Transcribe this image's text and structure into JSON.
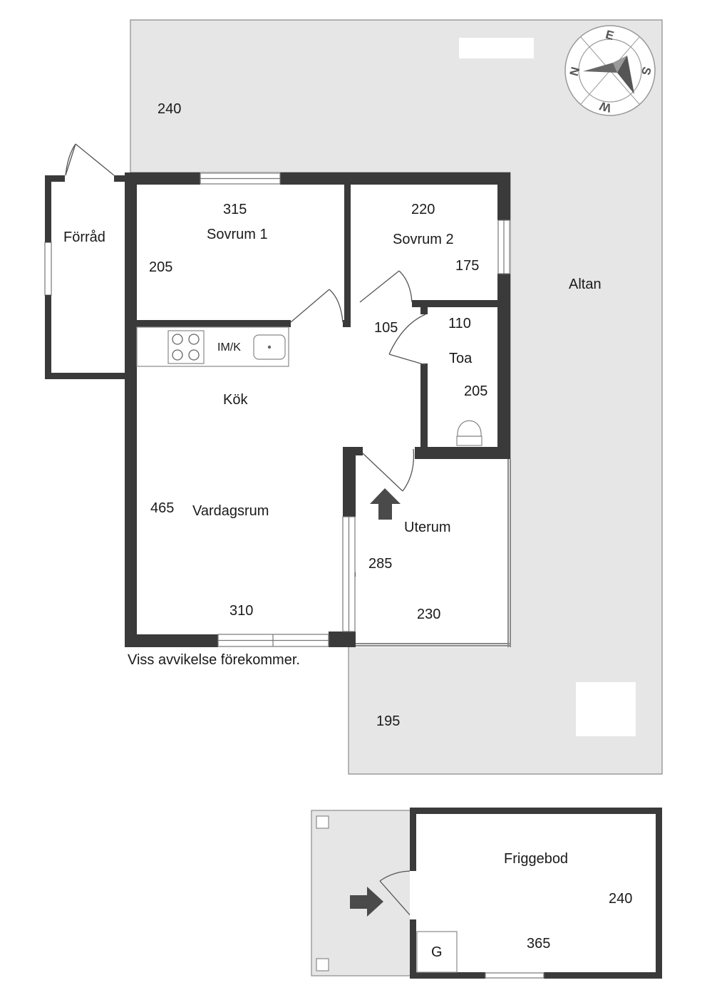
{
  "note": "Viss avvikelse förekommer.",
  "kitchen_fixture": "IM/K",
  "compass": {
    "north": "N",
    "east": "E",
    "south": "S",
    "west": "W"
  },
  "rooms": {
    "forrad": {
      "name": "Förråd"
    },
    "sovrum1": {
      "name": "Sovrum 1",
      "width": "315",
      "depth": "205"
    },
    "sovrum2": {
      "name": "Sovrum 2",
      "width": "220",
      "depth": "175"
    },
    "hall": {
      "width": "105"
    },
    "toa": {
      "name": "Toa",
      "width": "110",
      "depth": "205"
    },
    "kok": {
      "name": "Kök"
    },
    "vardagsrum": {
      "name": "Vardagsrum",
      "width": "310",
      "depth": "465"
    },
    "uterum": {
      "name": "Uterum",
      "width": "230",
      "depth": "285"
    },
    "altan": {
      "name": "Altan",
      "top_width": "240",
      "bottom_width": "195"
    },
    "friggebod": {
      "name": "Friggebod",
      "width": "365",
      "depth": "240",
      "storage": "G"
    }
  },
  "colors": {
    "wall": "#3a3a3a",
    "deck": "#e6e6e6",
    "deck_outline": "#8a8a8a",
    "arrow": "#4a4a4a",
    "floor": "#ffffff"
  }
}
